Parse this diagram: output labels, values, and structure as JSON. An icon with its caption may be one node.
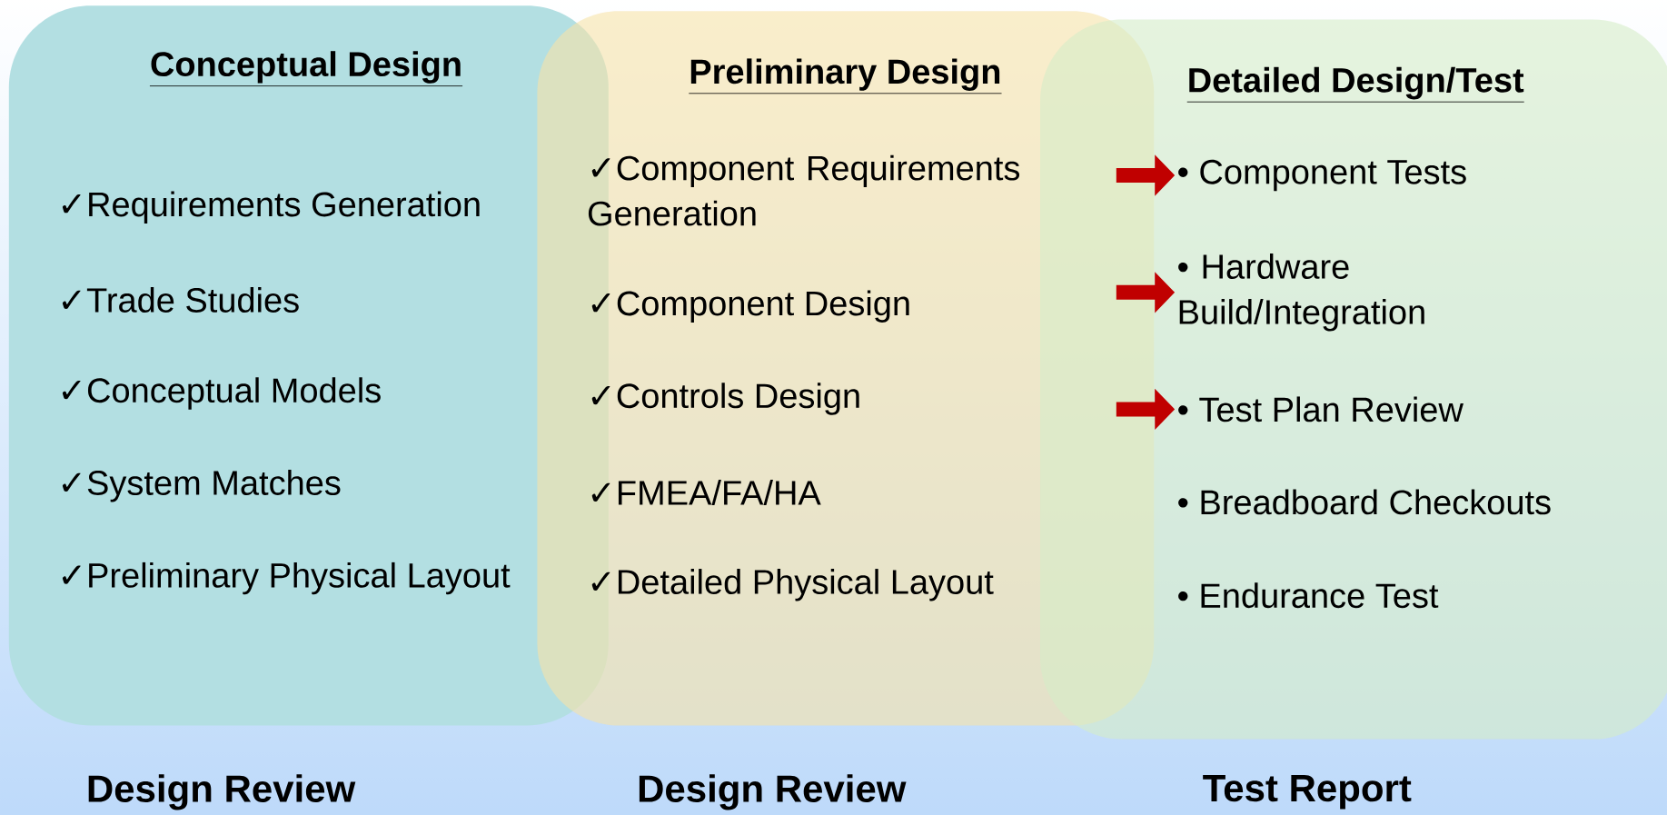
{
  "diagram": {
    "nodes": [
      {
        "text": [
          "Conceptual Design"
        ]
      },
      {
        "text": [
          "✓Requirements Generation"
        ],
        "in": 0
      },
      {
        "text": [
          "✓Trade Studies"
        ],
        "in": 0
      },
      {
        "text": [
          "✓Conceptual Models"
        ],
        "in": 0
      },
      {
        "text": [
          "✓System Matches"
        ],
        "in": 0
      },
      {
        "text": [
          "✓Preliminary Physical Layout"
        ],
        "in": 0
      },
      {
        "text": [
          "Preliminary Design"
        ]
      },
      {
        "text": [
          "✓Component Requirements Generation"
        ],
        "in": 6
      },
      {
        "text": [
          "✓Component Design"
        ],
        "in": 6
      },
      {
        "text": [
          "✓Controls Design"
        ],
        "in": 6
      },
      {
        "text": [
          "✓FMEA/FA/HA"
        ],
        "in": 6
      },
      {
        "text": [
          "✓Detailed Physical Layout"
        ],
        "in": 6
      },
      {
        "text": [
          "Detailed Design/Test"
        ]
      },
      {
        "text": [
          "• Component Tests"
        ],
        "in": 12
      },
      {
        "text": [
          "• Hardware Build/Integration"
        ],
        "in": 12
      },
      {
        "text": [
          "• Test Plan Review"
        ],
        "in": 12
      },
      {
        "text": [
          "• Breadboard Checkouts"
        ],
        "in": 12
      },
      {
        "text": [
          "• Endurance Test"
        ],
        "in": 12
      }
    ],
    "edges": [
      {
        "from": null,
        "to": 13,
        "arrow": "to"
      },
      {
        "from": null,
        "to": 14,
        "arrow": "to"
      },
      {
        "from": null,
        "to": 15,
        "arrow": "to"
      }
    ],
    "labels": [
      "Design Review",
      "Design Review",
      "Test Report"
    ]
  }
}
